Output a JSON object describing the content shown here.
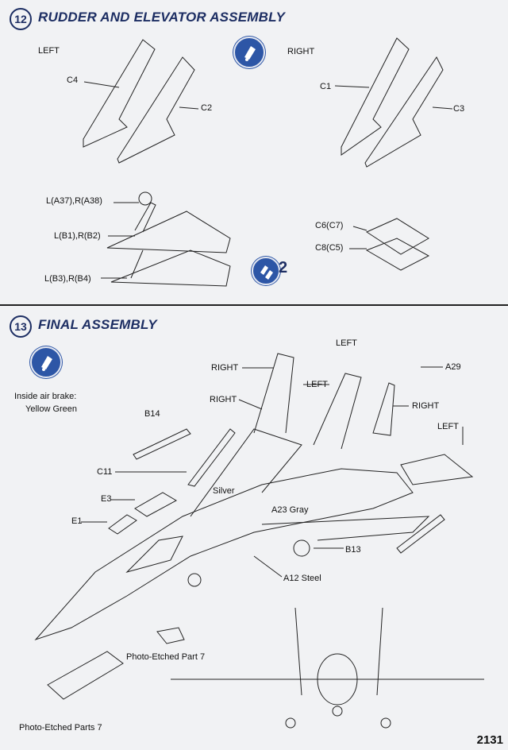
{
  "step12": {
    "number": "12",
    "title": "RUDDER AND ELEVATOR ASSEMBLY",
    "left_label": "LEFT",
    "right_label": "RIGHT",
    "parts": {
      "c4": "C4",
      "c2": "C2",
      "c1": "C1",
      "c3": "C3",
      "la37": "L(A37),R(A38)",
      "lb1": "L(B1),R(B2)",
      "lb3": "L(B3),R(B4)",
      "c6": "C6(C7)",
      "c8": "C8(C5)"
    },
    "quantity": "2",
    "colors": {
      "badge": "#2d56a6",
      "title": "#1d2e63"
    }
  },
  "step13": {
    "number": "13",
    "title": "FINAL ASSEMBLY",
    "note_line1": "Inside air brake:",
    "note_line2": "Yellow Green",
    "labels": {
      "right1": "RIGHT",
      "left1": "LEFT",
      "left_top": "LEFT",
      "a29": "A29",
      "right2": "RIGHT",
      "right3": "RIGHT",
      "left2": "LEFT",
      "b14": "B14",
      "c11": "C11",
      "silver": "Silver",
      "e3": "E3",
      "a23": "A23 Gray",
      "e1": "E1",
      "b13": "B13",
      "a12": "A12 Steel",
      "pe7": "Photo-Etched Part 7",
      "pe7b": "Photo-Etched Parts 7"
    }
  },
  "page_number": "2131"
}
